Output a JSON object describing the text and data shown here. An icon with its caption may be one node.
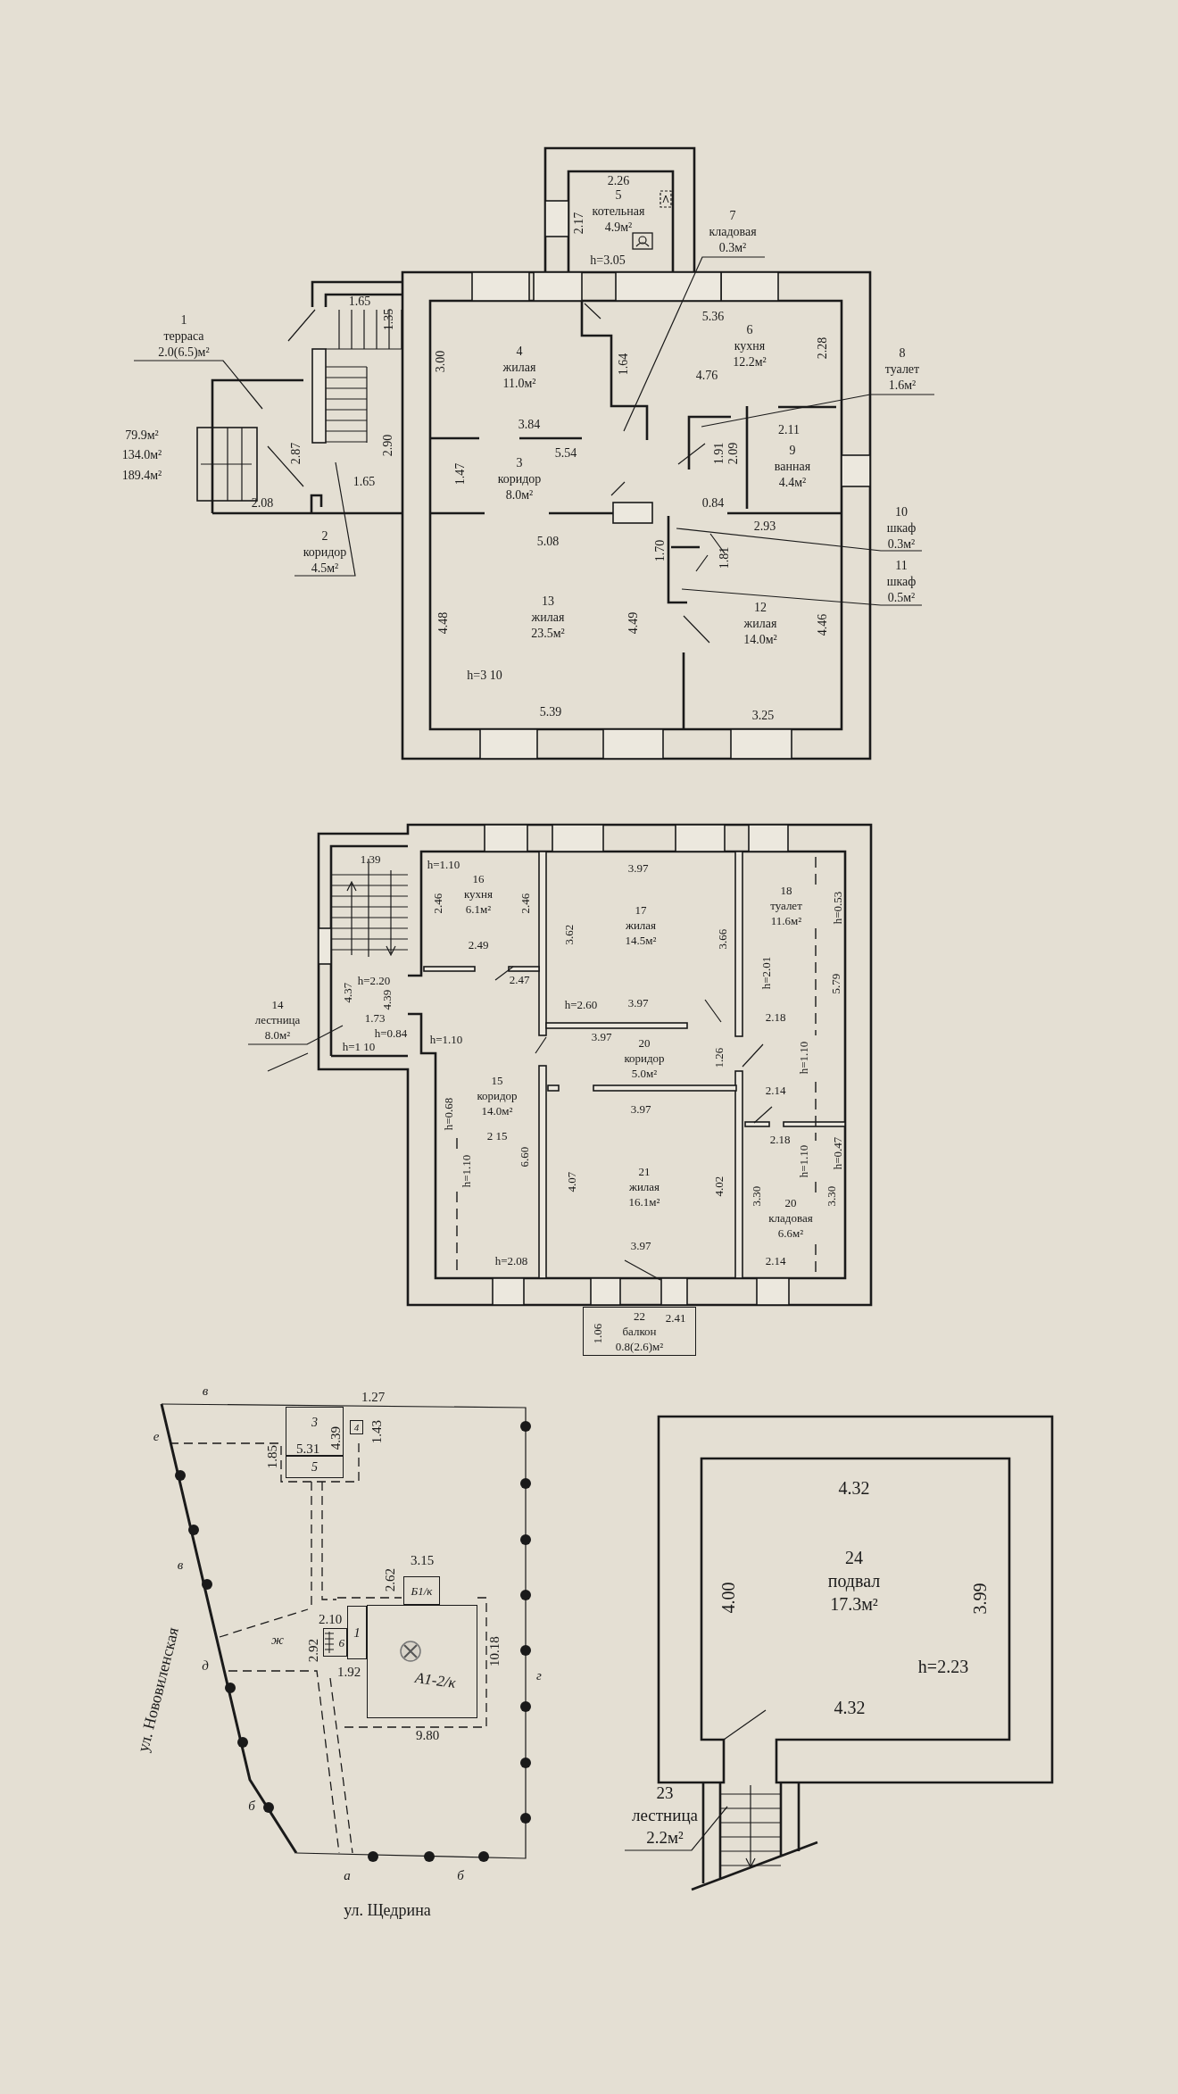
{
  "diagram": {
    "nodes": [
      {
        "text": [
          "1",
          "терраса",
          "2.0(6.5)м²"
        ]
      },
      {
        "text": [
          "5",
          "котельная",
          "4.9м²"
        ]
      },
      {
        "text": [
          "7",
          "кладовая",
          "0.3м²"
        ]
      },
      {
        "text": [
          "4",
          "жилая",
          "11.0м²"
        ]
      },
      {
        "text": [
          "6",
          "кухня",
          "12.2м²"
        ]
      },
      {
        "text": [
          "8",
          "туалет",
          "1.6м²"
        ]
      },
      {
        "text": [
          "3",
          "коридор",
          "8.0м²"
        ]
      },
      {
        "text": [
          "9",
          "ванная",
          "4.4м²"
        ]
      },
      {
        "text": [
          "2",
          "коридор",
          "4.5м²"
        ]
      },
      {
        "text": [
          "10",
          "шкаф",
          "0.3м²"
        ]
      },
      {
        "text": [
          "11",
          "шкаф",
          "0.5м²"
        ]
      },
      {
        "text": [
          "13",
          "жилая",
          "23.5м²"
        ]
      },
      {
        "text": [
          "12",
          "жилая",
          "14.0м²"
        ]
      },
      {
        "text": [
          "16",
          "кухня",
          "6.1м²"
        ]
      },
      {
        "text": [
          "17",
          "жилая",
          "14.5м²"
        ]
      },
      {
        "text": [
          "18",
          "туалет",
          "11.6м²"
        ]
      },
      {
        "text": [
          "14",
          "лестница",
          "8.0м²"
        ]
      },
      {
        "text": [
          "20",
          "коридор",
          "5.0м²"
        ]
      },
      {
        "text": [
          "15",
          "коридор",
          "14.0м²"
        ]
      },
      {
        "text": [
          "21",
          "жилая",
          "16.1м²"
        ]
      },
      {
        "text": [
          "20",
          "кладовая",
          "6.6м²"
        ]
      },
      {
        "text": [
          "22",
          "балкон",
          "0.8(2.6)м²"
        ]
      },
      {
        "text": [
          "3"
        ]
      },
      {
        "text": [
          "5"
        ]
      },
      {
        "text": [
          "4"
        ]
      },
      {
        "text": [
          "Б1/к"
        ]
      },
      {
        "text": [
          "6"
        ]
      },
      {
        "text": [
          "1"
        ]
      },
      {
        "text": [
          "А1-2/к"
        ]
      },
      {
        "text": [
          "24",
          "подвал",
          "17.3м²"
        ]
      },
      {
        "text": [
          "23",
          "лестница",
          "2.2м²"
        ]
      }
    ],
    "edges": [
      {
        "from": 0,
        "to": null,
        "arrow": "none"
      },
      {
        "from": 2,
        "to": null,
        "arrow": "none"
      },
      {
        "from": 5,
        "to": null,
        "arrow": "none"
      },
      {
        "from": 8,
        "to": null,
        "arrow": "none"
      },
      {
        "from": 9,
        "to": null,
        "arrow": "none"
      },
      {
        "from": 10,
        "to": null,
        "arrow": "none"
      },
      {
        "from": 16,
        "to": null,
        "arrow": "none"
      },
      {
        "from": 30,
        "to": null,
        "arrow": "none"
      }
    ],
    "labels": [
      "2.26",
      "2.17",
      "h=3.05",
      "1.65",
      "1.35",
      "5.36",
      "3.00",
      "1.64",
      "2.28",
      "4.76",
      "79.9м²",
      "134.0м²",
      "189.4м²",
      "3.84",
      "2.11",
      "2.87",
      "2.90",
      "5.54",
      "1.91",
      "2.09",
      "1.47",
      "1.65",
      "2.08",
      "0.84",
      "2.93",
      "5.08",
      "1.70",
      "1.81",
      "4.48",
      "4.49",
      "4.46",
      "h=3 10",
      "5.39",
      "3.25",
      "1.39",
      "h=1.10",
      "3.97",
      "2.46",
      "2.46",
      "3.62",
      "3.66",
      "h=0.53",
      "2.49",
      "h=2.20",
      "2.47",
      "h=2.01",
      "5.79",
      "4.37",
      "4.39",
      "h=2.60",
      "3.97",
      "1.73",
      "2.18",
      "h=0.84",
      "3.97",
      "h=1 10",
      "h=1.10",
      "1.26",
      "h=1.10",
      "2.14",
      "3.97",
      "h=0.68",
      "2 15",
      "2.18",
      "6.60",
      "h=1.10",
      "h=1.10",
      "h=0.47",
      "4.07",
      "4.02",
      "3.30",
      "3.30",
      "3.97",
      "h=2.08",
      "2.14",
      "1.06",
      "2.41",
      "в",
      "1.27",
      "1.43",
      "е",
      "4.39",
      "5.31",
      "1.85",
      "3.15",
      "в",
      "2.62",
      "2.10",
      "ж",
      "2.92",
      "10.18",
      "д",
      "1.92",
      "г",
      "ул. Нововиленская",
      "9.80",
      "б",
      "а",
      "б",
      "ул. Щедрина",
      "4.32",
      "4.00",
      "3.99",
      "h=2.23",
      "4.32"
    ]
  }
}
